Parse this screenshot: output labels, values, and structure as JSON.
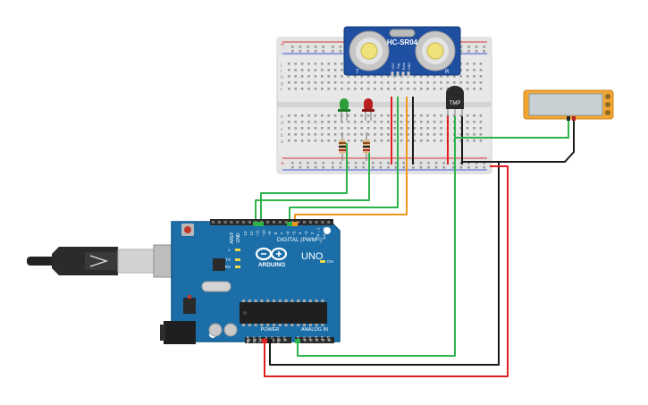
{
  "sensor": {
    "model": "HC-SR04",
    "left_mark": "T",
    "right_mark": "R",
    "pins": [
      "VCC",
      "Trig",
      "Echo",
      "GND"
    ]
  },
  "temp_sensor": {
    "label": "TMP"
  },
  "breadboard": {
    "row_letters_top": [
      "j",
      "i",
      "h",
      "g",
      "f"
    ],
    "row_letters_bottom": [
      "e",
      "d",
      "c",
      "b",
      "a"
    ],
    "rail_plus": "+",
    "rail_minus": "-"
  },
  "arduino": {
    "logo_text": "ARDUINO",
    "model": "UNO",
    "digital_label": "DIGITAL (PWM~)",
    "power_label": "POWER",
    "analog_label": "ANALOG IN",
    "aref": "AREF",
    "gnd": "GND",
    "digital_pins": [
      "13",
      "12",
      "~11",
      "~10",
      "~9",
      "8",
      "7",
      "~6",
      "~5",
      "4",
      "~3",
      "2",
      "TX→1",
      "RX←0"
    ],
    "power_pins": [
      "IOREF",
      "RESET",
      "3.3V",
      "5V",
      "GND",
      "GND",
      "Vin"
    ],
    "analog_pins": [
      "A0",
      "A1",
      "A2",
      "A3",
      "A4",
      "A5"
    ],
    "led_labels": [
      "L",
      "TX",
      "RX"
    ],
    "on_label": "ON"
  },
  "colors": {
    "board_blue": "#1b6ea8",
    "breadboard": "#e6e6e6",
    "wire_green": "#2eb34a",
    "wire_orange": "#f0961c",
    "wire_red": "#e02020",
    "wire_black": "#1a1a1a",
    "led_green": "#2e9e3a",
    "led_red": "#b82020",
    "lcd_frame": "#f2a531"
  }
}
